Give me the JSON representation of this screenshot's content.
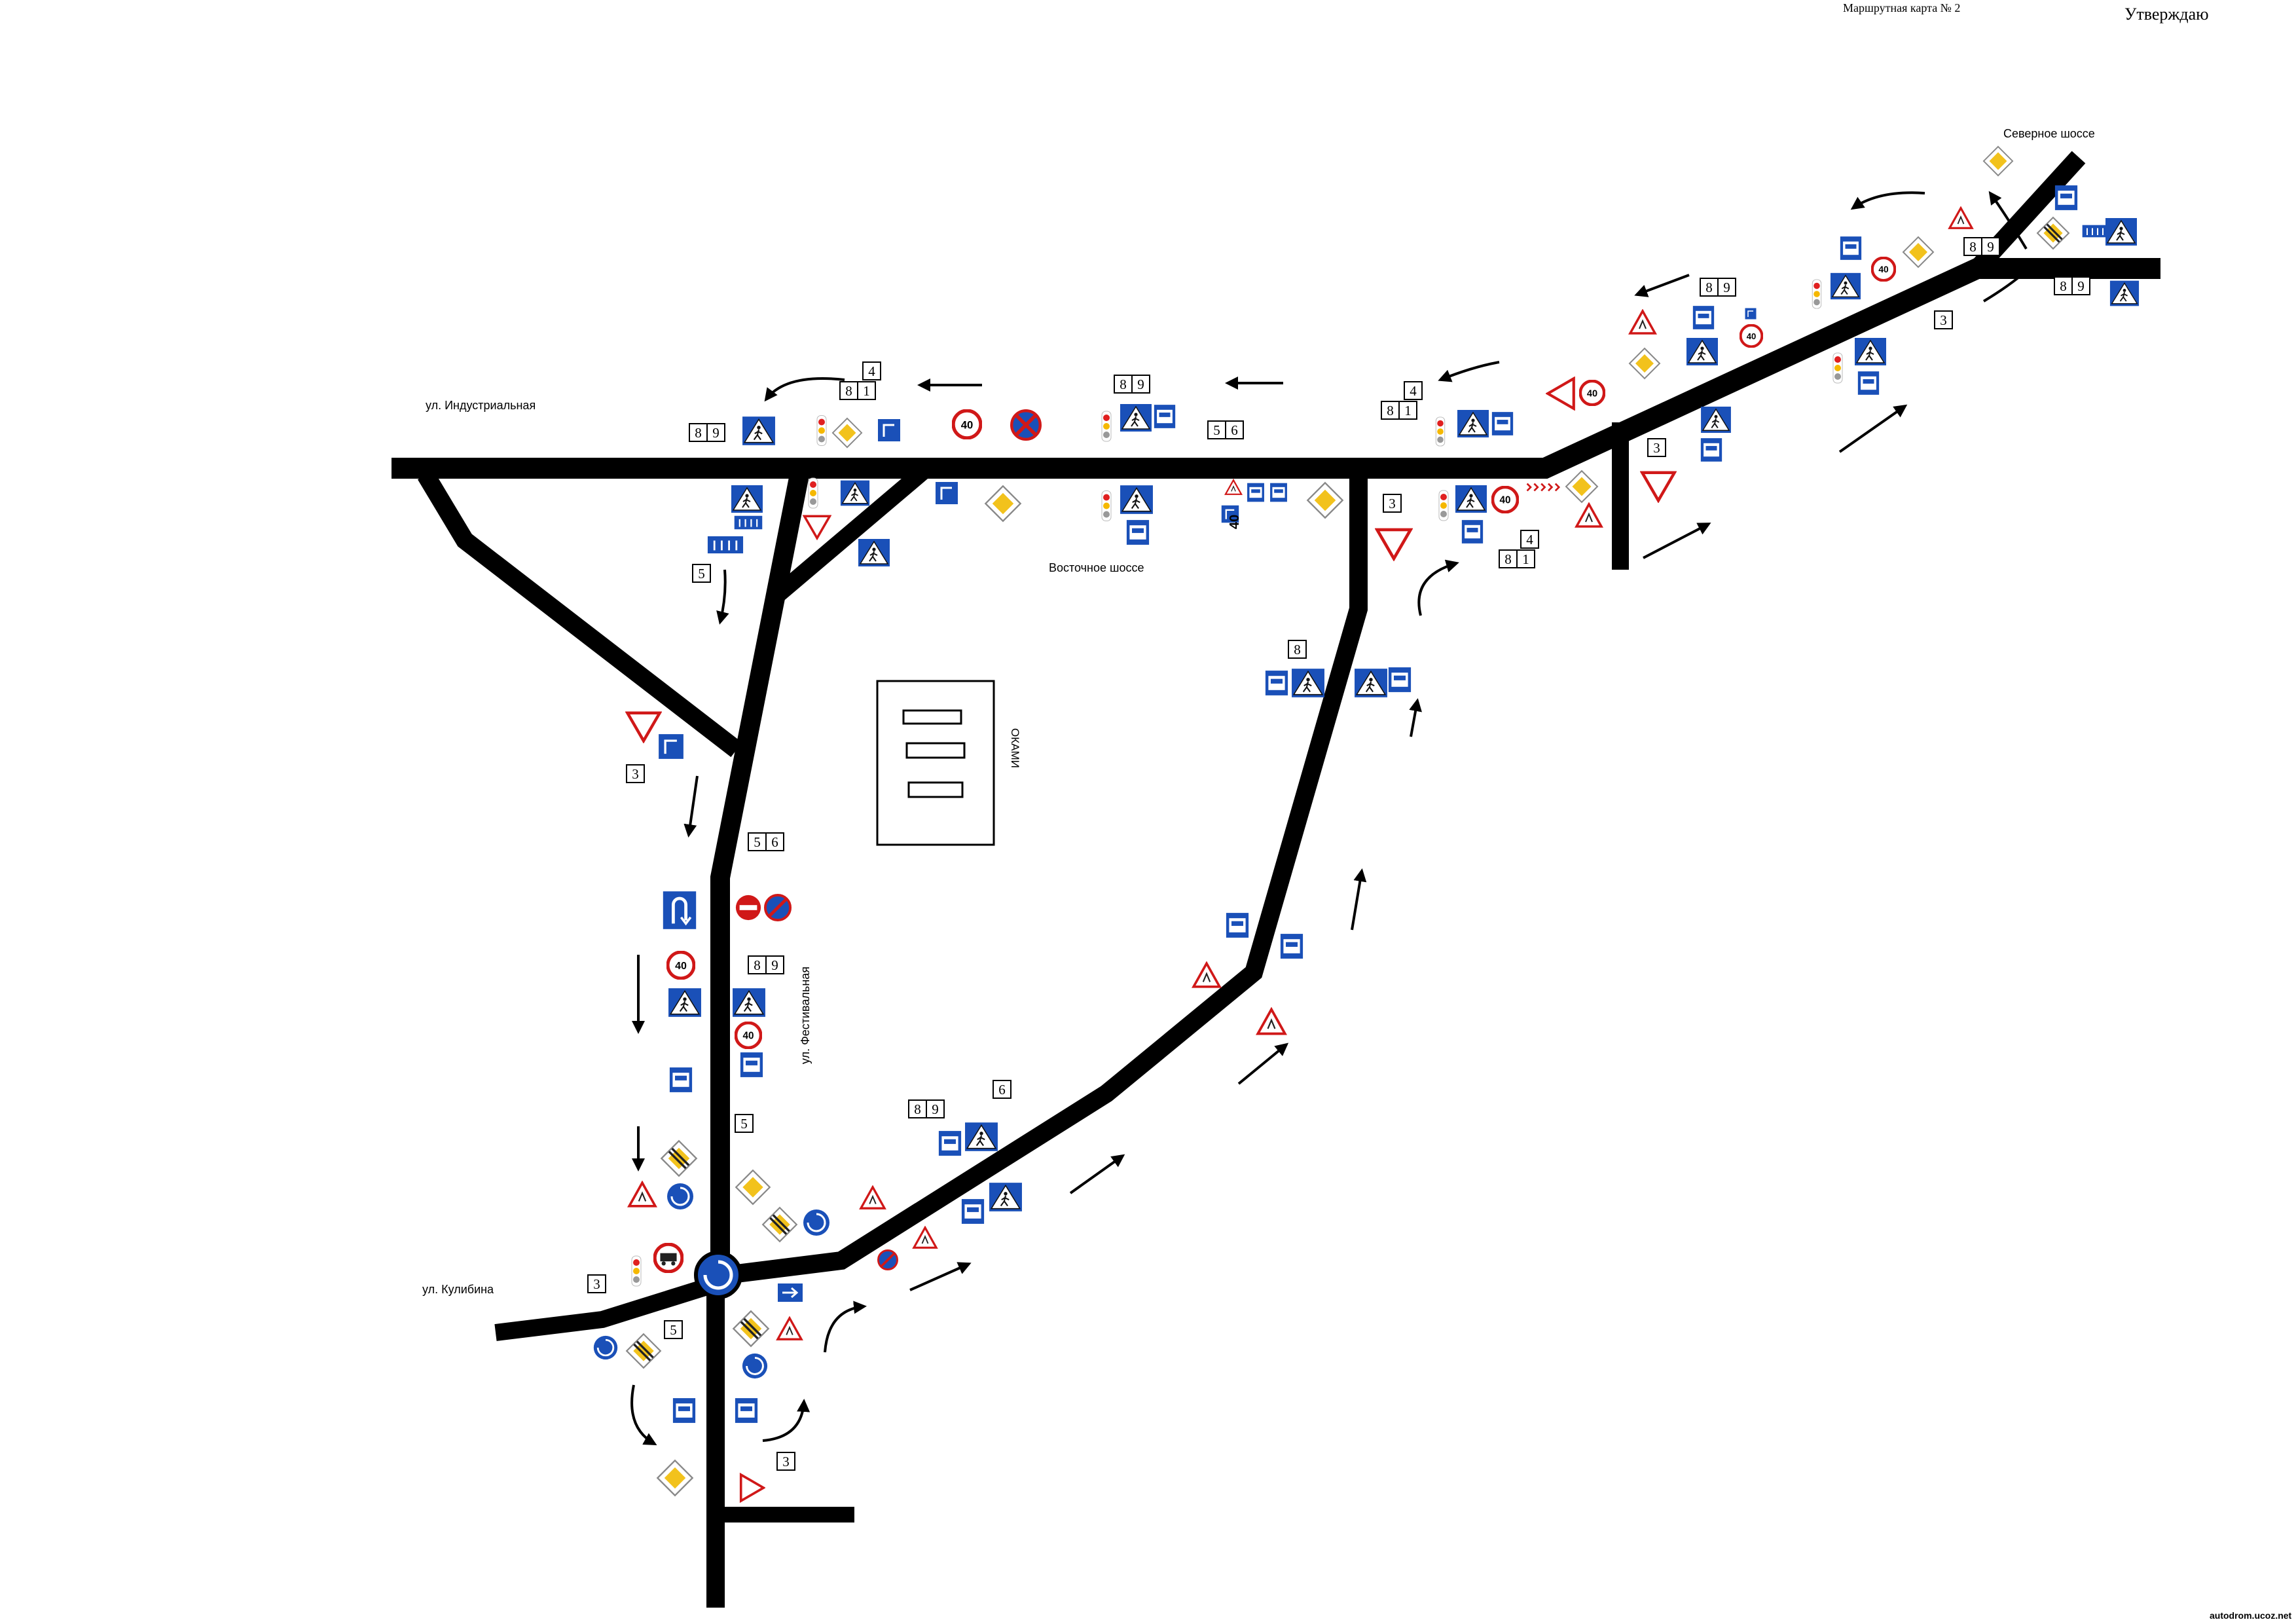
{
  "header": {
    "route_card": "Маршрутная карта № 2",
    "approve": "Утверждаю"
  },
  "streets": {
    "industrial": "ул. Индустриальная",
    "vostochnoe": "Восточное шоссе",
    "severnoe": "Северное шоссе",
    "festivalnaya": "ул. Фестивальная",
    "kulibina": "ул. Кулибина"
  },
  "building": {
    "label": "ОКАМИ"
  },
  "watermark": "autodrom.ucoz.net",
  "sign_values": {
    "speed_limit": "40"
  },
  "number_boxes": {
    "b1": [
      "8",
      "9"
    ],
    "b2": [
      "4"
    ],
    "b3": [
      "8",
      "1"
    ],
    "b4": [
      "8",
      "9"
    ],
    "b5": [
      "5",
      "6"
    ],
    "b6": [
      "4"
    ],
    "b7": [
      "8",
      "1"
    ],
    "b8": [
      "8",
      "9"
    ],
    "b9": [
      "8",
      "9"
    ],
    "b10": [
      "8",
      "9"
    ],
    "b11": [
      "3"
    ],
    "b12": [
      "3"
    ],
    "b13": [
      "3"
    ],
    "b14": [
      "4"
    ],
    "b15": [
      "8",
      "1"
    ],
    "b16": [
      "5"
    ],
    "b17": [
      "8"
    ],
    "b18": [
      "3"
    ],
    "b19": [
      "5",
      "6"
    ],
    "b20": [
      "8",
      "9"
    ],
    "b21": [
      "5"
    ],
    "b22": [
      "8",
      "9"
    ],
    "b23": [
      "6"
    ],
    "b24": [
      "3"
    ],
    "b25": [
      "5"
    ],
    "b26": [
      "3"
    ]
  },
  "colors": {
    "road": "#000000",
    "sign_blue": "#1a50b8",
    "sign_red": "#d01818",
    "priority_yellow": "#f2c21c"
  }
}
